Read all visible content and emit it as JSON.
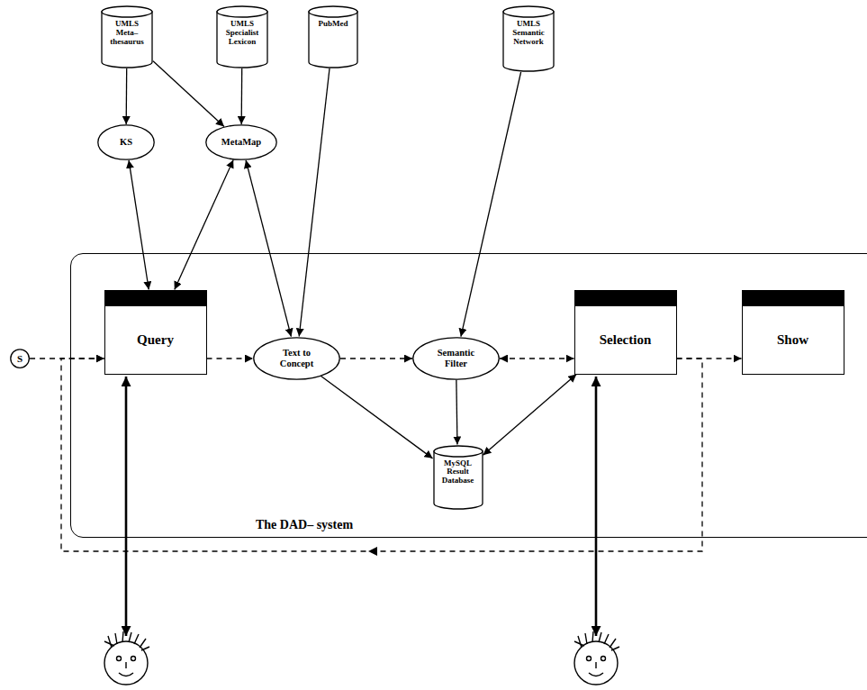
{
  "diagram": {
    "nodes": [
      {
        "text": [
          "UMLS Meta– thesaurus"
        ]
      },
      {
        "text": [
          "UMLS Specialist Lexicon"
        ]
      },
      {
        "text": [
          "PubMed"
        ]
      },
      {
        "text": [
          "UMLS Semantic Network"
        ]
      },
      {
        "text": [
          "KS"
        ]
      },
      {
        "text": [
          "MetaMap"
        ]
      },
      {
        "text": [
          "The DAD– system"
        ]
      },
      {
        "text": [
          "Query"
        ],
        "in": 6
      },
      {
        "text": [
          "Text to Concept"
        ],
        "in": 6
      },
      {
        "text": [
          "Semantic Filter"
        ],
        "in": 6
      },
      {
        "text": [
          "Selection"
        ],
        "in": 6
      },
      {
        "text": [
          "Show"
        ],
        "in": 6
      },
      {
        "text": [
          "MySQL Result Database"
        ],
        "in": 6
      },
      {
        "text": [
          "S"
        ]
      }
    ],
    "edges": [
      {
        "from": 0,
        "to": 4,
        "arrow": "to"
      },
      {
        "from": 0,
        "to": 5,
        "arrow": "to"
      },
      {
        "from": 1,
        "to": 5,
        "arrow": "to"
      },
      {
        "from": 2,
        "to": 8,
        "arrow": "to"
      },
      {
        "from": 3,
        "to": 9,
        "arrow": "to"
      },
      {
        "from": 4,
        "to": 7,
        "arrow": "both"
      },
      {
        "from": 5,
        "to": 7,
        "arrow": "both"
      },
      {
        "from": 5,
        "to": 8,
        "arrow": "both"
      },
      {
        "from": 13,
        "to": 7,
        "arrow": "to"
      },
      {
        "from": 7,
        "to": 8,
        "arrow": "to"
      },
      {
        "from": 8,
        "to": 9,
        "arrow": "to"
      },
      {
        "from": 9,
        "to": 10,
        "arrow": "both"
      },
      {
        "from": 10,
        "to": 11,
        "arrow": "to"
      },
      {
        "from": 10,
        "to": 7,
        "arrow": "to"
      },
      {
        "from": 8,
        "to": 12,
        "arrow": "to"
      },
      {
        "from": 9,
        "to": 12,
        "arrow": "to"
      },
      {
        "from": 12,
        "to": 10,
        "arrow": "both"
      }
    ]
  }
}
